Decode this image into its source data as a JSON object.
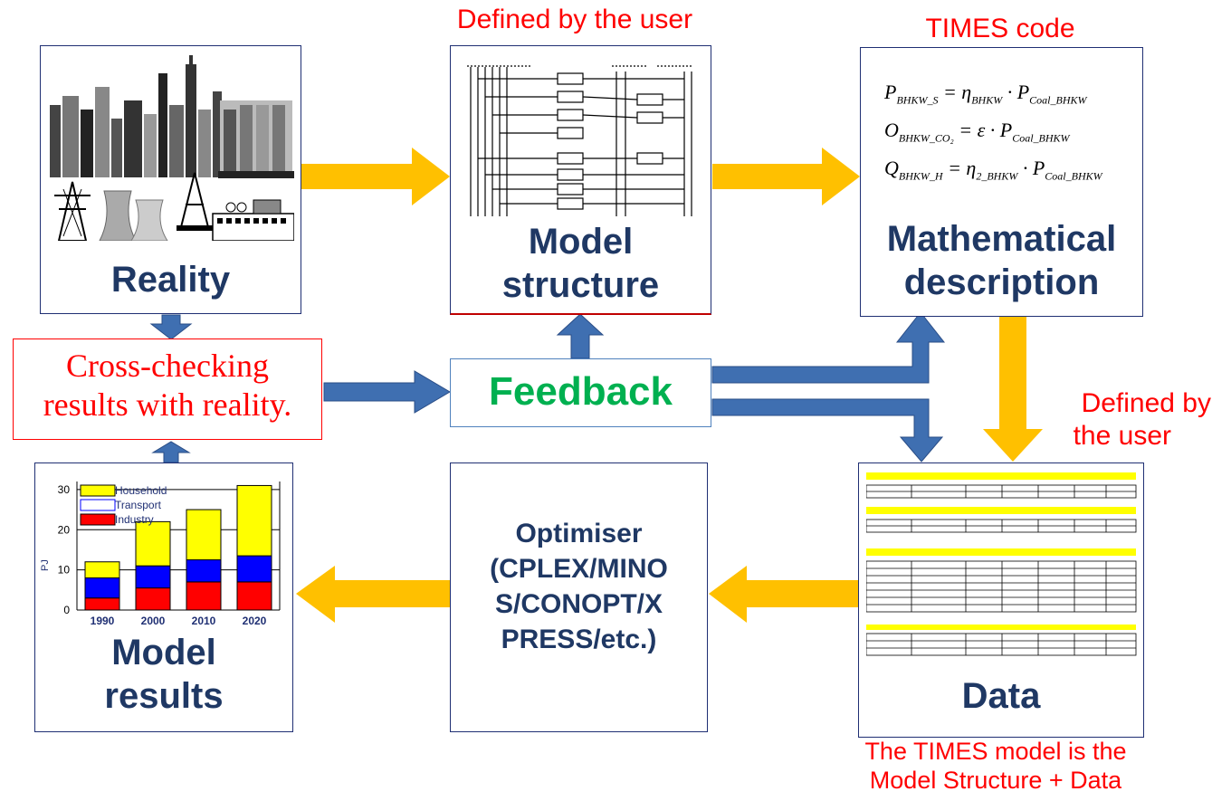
{
  "labels": {
    "defined_top": "Defined by the user",
    "times_code": "TIMES code",
    "defined_right_1": "Defined by",
    "defined_right_2": "the user",
    "times_note_1": "The TIMES model is the",
    "times_note_2": "Model Structure + Data"
  },
  "boxes": {
    "reality": "Reality",
    "model_structure_1": "Model",
    "model_structure_2": "structure",
    "math_1": "Mathematical",
    "math_2": "description",
    "cross_check_1": "Cross-checking",
    "cross_check_2": "results with reality.",
    "feedback": "Feedback",
    "optimiser_1": "Optimiser",
    "optimiser_2": "(CPLEX/MINO",
    "optimiser_3": "S/CONOPT/X",
    "optimiser_4": "PRESS/etc.)",
    "model_results_1": "Model",
    "model_results_2": "results",
    "data": "Data"
  },
  "equations": [
    {
      "lhs": "P",
      "lhs_sub": "BHKW_S",
      "rhs": "= η",
      "rhs_sub": "BHKW",
      "rest": "· P",
      "rest_sub": "Coal_BHKW"
    },
    {
      "lhs": "O",
      "lhs_sub": "BHKW_CO₂",
      "rhs": "= ε",
      "rhs_sub": "",
      "rest": "· P",
      "rest_sub": "Coal_BHKW"
    },
    {
      "lhs": "Q",
      "lhs_sub": "BHKW_H",
      "rhs": "= η",
      "rhs_sub": "2_BHKW",
      "rest": "· P",
      "rest_sub": "Coal_BHKW"
    }
  ],
  "colors": {
    "box_border": "#1f2f73",
    "yellow_arrow": "#ffc000",
    "blue_arrow": "#3f6fb1",
    "red_text": "#ff0000",
    "feedback_green": "#00b050",
    "caption_navy": "#1f3864"
  },
  "chart_data": {
    "type": "bar",
    "stacked": true,
    "categories": [
      "1990",
      "2000",
      "2010",
      "2020"
    ],
    "ylabel": "PJ",
    "ylim": [
      0,
      32
    ],
    "yticks": [
      0,
      10,
      20,
      30
    ],
    "legend_placement": "top-left",
    "series": [
      {
        "name": "Industry",
        "color": "#ff0000",
        "values": [
          3,
          5.5,
          7,
          7
        ]
      },
      {
        "name": "Transport",
        "color": "#0000ff",
        "values": [
          5,
          5.5,
          5.5,
          6.5
        ]
      },
      {
        "name": "Household",
        "color": "#ffff00",
        "values": [
          4,
          11,
          12.5,
          17.5
        ]
      }
    ]
  }
}
